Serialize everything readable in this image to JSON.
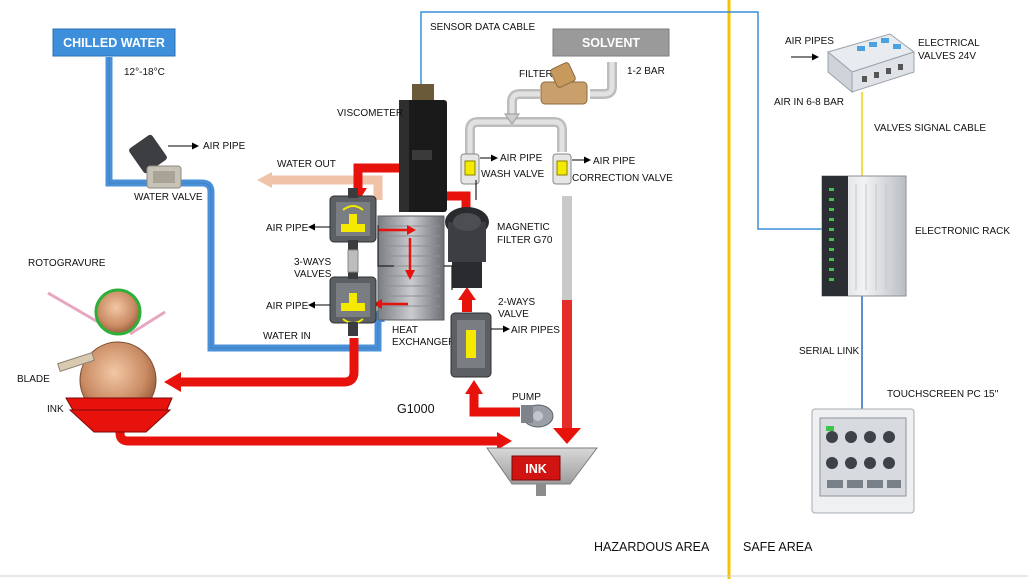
{
  "boxes": {
    "chilled_water": "CHILLED WATER",
    "solvent": "SOLVENT",
    "ink_tank": "INK"
  },
  "labels": {
    "temp_range": "12°-18°C",
    "air_pipe_water_valve": "AIR PIPE",
    "water_valve": "WATER VALVE",
    "water_out": "WATER OUT",
    "water_in": "WATER IN",
    "viscometer": "VISCOMETER",
    "sensor_data_cable": "SENSOR DATA CABLE",
    "filter": "FILTER",
    "pressure": "1-2 BAR",
    "air_pipe_wash": "AIR PIPE",
    "wash_valve": "WASH VALVE",
    "air_pipe_correction": "AIR PIPE",
    "correction_valve": "CORRECTION VALVE",
    "magnetic_filter_1": "MAGNETIC",
    "magnetic_filter_2": "FILTER G70",
    "air_pipe_upper": "AIR PIPE",
    "air_pipe_lower": "AIR PIPE",
    "three_ways_1": "3-WAYS",
    "three_ways_2": "VALVES",
    "heat_exchanger_1": "HEAT",
    "heat_exchanger_2": "EXCHANGER",
    "two_ways_1": "2-WAYS",
    "two_ways_2": "VALVE",
    "air_pipes_2way": "AIR PIPES",
    "pump": "PUMP",
    "g1000": "G1000",
    "rotogravure": "ROTOGRAVURE",
    "blade": "BLADE",
    "ink": "INK",
    "hazardous_area": "HAZARDOUS AREA",
    "safe_area": "SAFE AREA",
    "air_pipes_electrical": "AIR PIPES",
    "electrical_valves_1": "ELECTRICAL",
    "electrical_valves_2": "VALVES 24V",
    "air_in": "AIR IN 6-8 BAR",
    "valves_signal_cable": "VALVES SIGNAL CABLE",
    "electronic_rack": "ELECTRONIC RACK",
    "serial_link": "SERIAL LINK",
    "touchscreen": "TOUCHSCREEN PC 15''"
  },
  "colors": {
    "water": "#4a90d9",
    "ink_flow": "#e8120c",
    "solvent_pipe": "#c8c8c8",
    "sensor_cable": "#3b8fd8",
    "safe_divider": "#f4c400",
    "signal_cable": "#f4dc4a",
    "serial_link": "#5b8fd0",
    "box_blue": "#3d8fdc",
    "box_gray": "#9a9a9a",
    "valve_yellow": "#f5e900"
  }
}
